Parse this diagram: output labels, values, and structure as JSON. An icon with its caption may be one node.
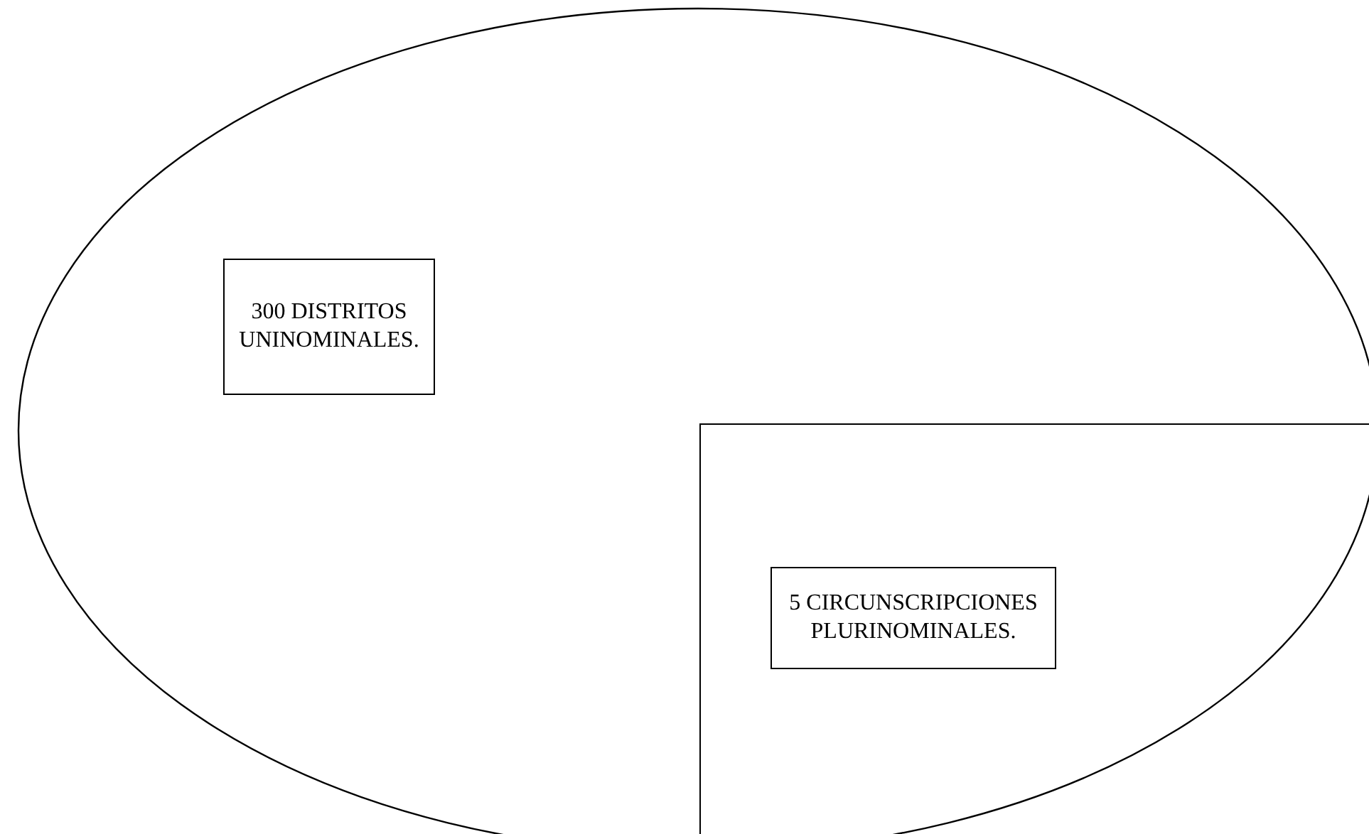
{
  "diagram": {
    "nodes": [
      {
        "text": [],
        "shape": "ellipse"
      },
      {
        "text": [
          "300 DISTRITOS UNINOMINALES."
        ],
        "in": 0
      },
      {
        "text": [],
        "shape": "box"
      },
      {
        "text": [
          "5 CIRCUNSCRIPCIONES PLURINOMINALES."
        ],
        "in": 2
      }
    ]
  }
}
